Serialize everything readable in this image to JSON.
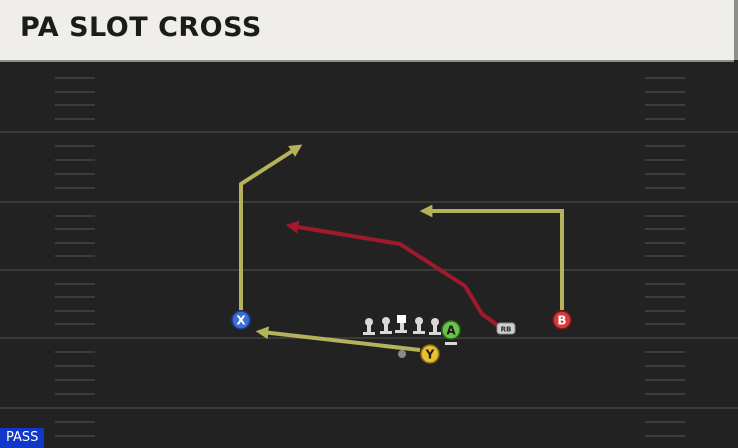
{
  "title": "PA SLOT CROSS",
  "play_type": "PASS",
  "colors": {
    "field": "#222222",
    "yard_line": "#3a3a3a",
    "hash": "#3c3c3c",
    "route_pass": "#b4b25a",
    "route_rb": "#a01a2c",
    "lineman": "#d8d8d8"
  },
  "players": [
    {
      "id": "X",
      "label": "X",
      "role": "receiver",
      "color": "#3a6fd8"
    },
    {
      "id": "Y",
      "label": "Y",
      "role": "receiver",
      "color": "#e6c02e"
    },
    {
      "id": "A",
      "label": "A",
      "role": "receiver",
      "color": "#6cc24a"
    },
    {
      "id": "B",
      "label": "B",
      "role": "receiver",
      "color": "#d63a3a"
    },
    {
      "id": "RB",
      "label": "RB",
      "role": "running-back",
      "color": "#cfcfcf"
    }
  ]
}
